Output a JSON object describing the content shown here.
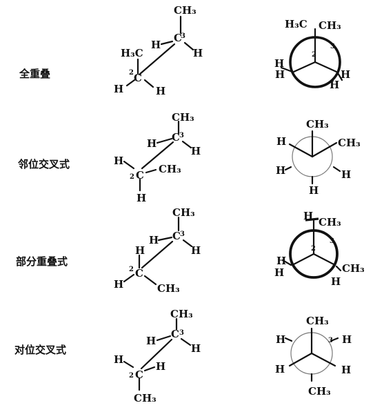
{
  "rows": [
    {
      "label": "全重叠",
      "saw": {
        "top": "CH₃",
        "c3": "3",
        "c3_left": "H",
        "c3_right": "H",
        "c2_left_top": "H₃C",
        "c2": "2",
        "c2_left": "H",
        "c2_right": "H"
      },
      "newman": {
        "top": "H₃C",
        "top2": "CH₃",
        "num2": "2",
        "num3": "3",
        "left1": "H",
        "left2": "H",
        "right1": "H",
        "right2": "H"
      }
    },
    {
      "label": "邻位交叉式",
      "saw": {
        "top": "CH₃",
        "c3": "3",
        "c3_left": "H",
        "c3_right": "H",
        "c2_top": "H",
        "c2": "2",
        "c2_right": "CH₃",
        "c2_bottom": "H"
      },
      "newman": {
        "top": "CH₃",
        "right": "CH₃",
        "left_up": "H",
        "left_down": "H",
        "right_down": "H",
        "bottom": "H"
      }
    },
    {
      "label": "部分重叠式",
      "saw": {
        "top": "CH₃",
        "c3": "3",
        "c3_left": "H",
        "c3_right": "H",
        "c2_top": "H",
        "c2": "2",
        "c2_left": "H",
        "c2_right": "CH₃"
      },
      "newman": {
        "top": "H",
        "top2": "CH₃",
        "num2": "2",
        "num3": "3",
        "left1": "H",
        "left2": "H",
        "right1": "H",
        "right2": "CH₃"
      }
    },
    {
      "label": "对位交叉式",
      "saw": {
        "top": "CH₃",
        "c3": "3",
        "c3_left": "H",
        "c3_right": "H",
        "c2_top": "H",
        "c2": "2",
        "c2_right": "H",
        "c2_bottom": "CH₃"
      },
      "newman": {
        "top": "CH₃",
        "num3": "3",
        "left_up": "H",
        "left_down": "H",
        "right_up": "H",
        "right_down": "H",
        "bottom": "CH₃"
      }
    }
  ]
}
